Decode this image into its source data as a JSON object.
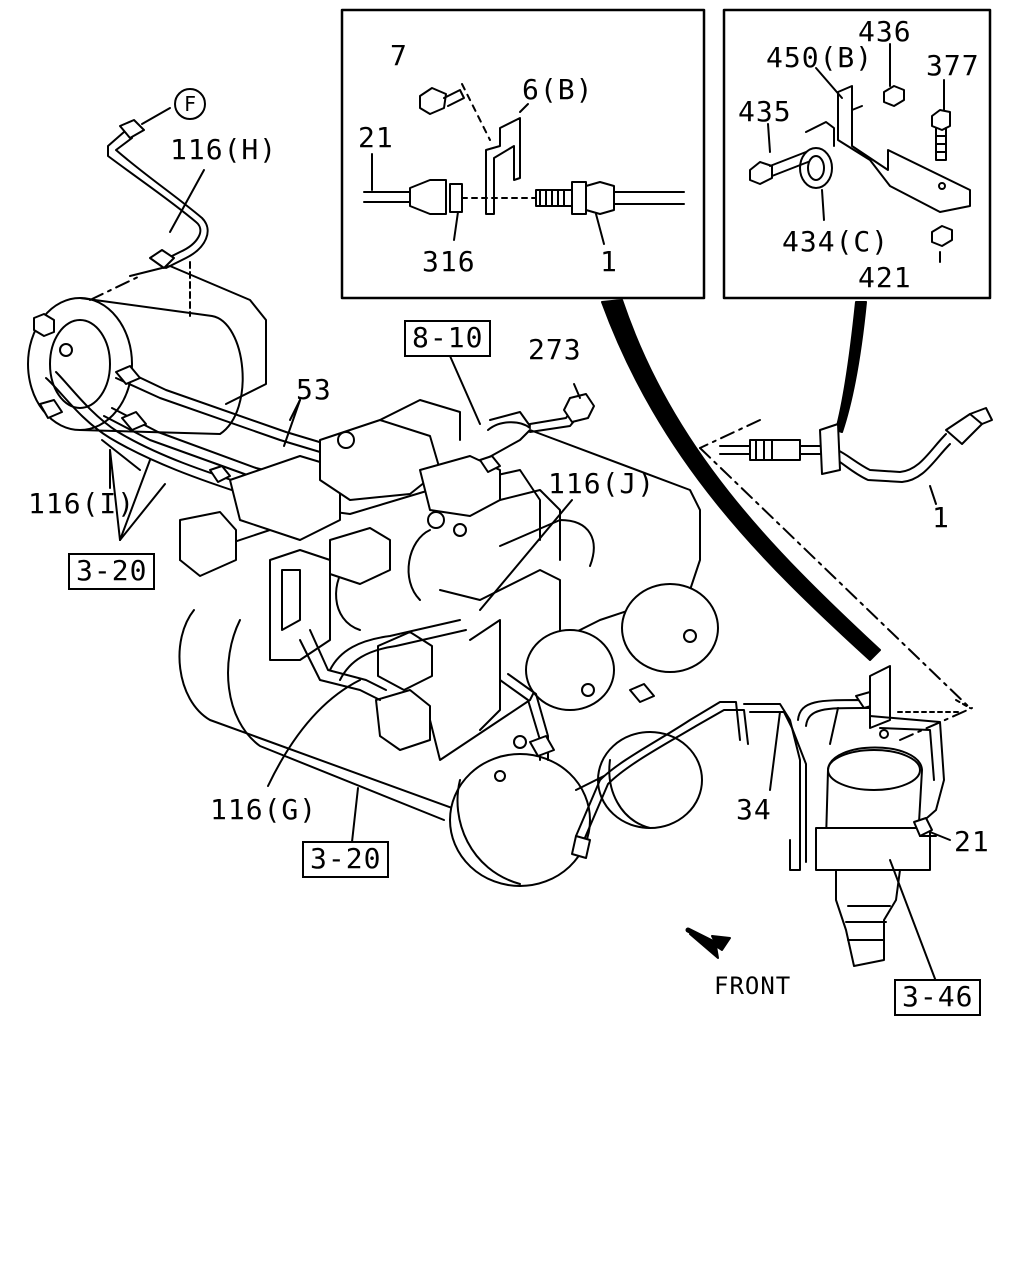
{
  "callouts": {
    "flag_f": "F",
    "pipe_116h": "116(H)",
    "pipe_116i": "116(I)",
    "pipe_116g": "116(G)",
    "pipe_116j": "116(J)",
    "pipe_53": "53",
    "pipe_34": "34",
    "item_273": "273",
    "item_1_main": "1",
    "item_21_main": "21",
    "front_label": "FRONT"
  },
  "references": {
    "ref_3_20_left": "3-20",
    "ref_3_20_bottom": "3-20",
    "ref_8_10": "8-10",
    "ref_3_46": "3-46"
  },
  "detail_left": {
    "item_7": "7",
    "item_6b": "6(B)",
    "item_21": "21",
    "item_316": "316",
    "item_1": "1"
  },
  "detail_right": {
    "item_436": "436",
    "item_450b": "450(B)",
    "item_377": "377",
    "item_435": "435",
    "item_434c": "434(C)",
    "item_421": "421"
  }
}
